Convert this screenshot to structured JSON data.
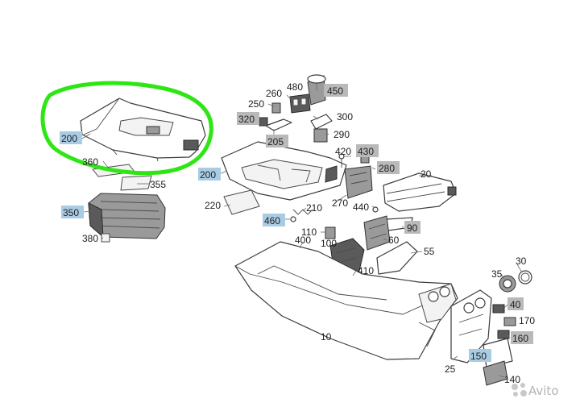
{
  "colors": {
    "highlight": "#2ee614",
    "label_box_blue": "#a9cce5",
    "label_box_gray": "#b9b9b9",
    "watermark": "#b4b4b4"
  },
  "labels": {
    "p200_top": "200",
    "p360": "360",
    "p355": "355",
    "p350": "350",
    "p380": "380",
    "p480": "480",
    "p450": "450",
    "p250": "250",
    "p260": "260",
    "p300": "300",
    "p320": "320",
    "p205": "205",
    "p290": "290",
    "p420": "420",
    "p430": "430",
    "p280": "280",
    "p200_mid": "200",
    "p20": "20",
    "p220": "220",
    "p270": "270",
    "p210": "210",
    "p440": "440",
    "p460": "460",
    "p110": "110",
    "p90": "90",
    "p400": "400",
    "p100": "100",
    "p60": "60",
    "p55": "55",
    "p410": "410",
    "p35": "35",
    "p30": "30",
    "p10": "10",
    "p40": "40",
    "p170": "170",
    "p160": "160",
    "p150": "150",
    "p25": "25",
    "p140": "140"
  },
  "watermark": {
    "text": "Avito",
    "icon": "avito-dots-icon"
  }
}
